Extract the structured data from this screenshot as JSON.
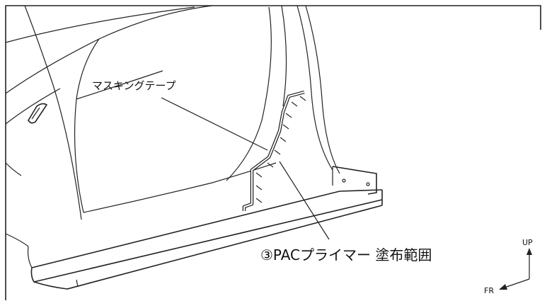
{
  "labels": {
    "masking_tape": "マスキングテープ",
    "primer_area": "③PACプライマー 塗布範囲"
  },
  "orientation": {
    "up": "UP",
    "front": "FR"
  }
}
